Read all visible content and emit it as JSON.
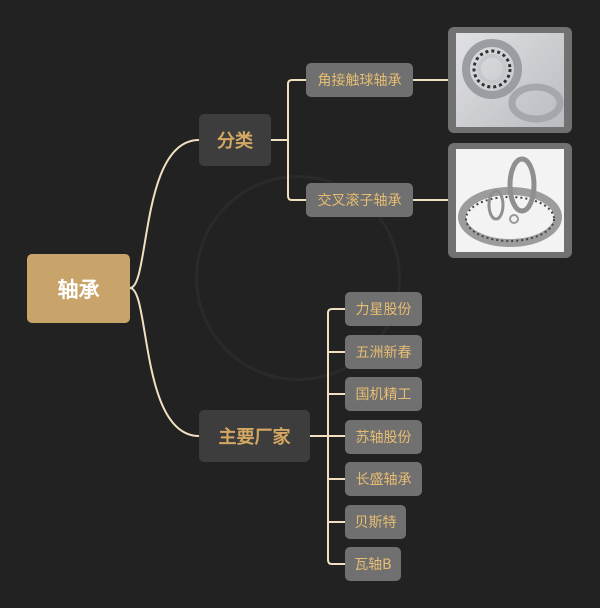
{
  "root": {
    "label": "轴承"
  },
  "branches": [
    {
      "label": "分类",
      "children": [
        {
          "label": "角接触球轴承",
          "image": "angular-contact-ball-bearing-photo"
        },
        {
          "label": "交叉滚子轴承",
          "image": "crossed-roller-bearing-photo"
        }
      ]
    },
    {
      "label": "主要厂家",
      "children": [
        {
          "label": "力星股份"
        },
        {
          "label": "五洲新春"
        },
        {
          "label": "国机精工"
        },
        {
          "label": "苏轴股份"
        },
        {
          "label": "长盛轴承"
        },
        {
          "label": "贝斯特"
        },
        {
          "label": "瓦轴B"
        }
      ]
    }
  ],
  "colors": {
    "background": "#222222",
    "root": "#c8a46a",
    "branch": "#3d3d3d",
    "leaf": "#707070",
    "text": "#d4a862",
    "line": "#f0e0c0"
  }
}
